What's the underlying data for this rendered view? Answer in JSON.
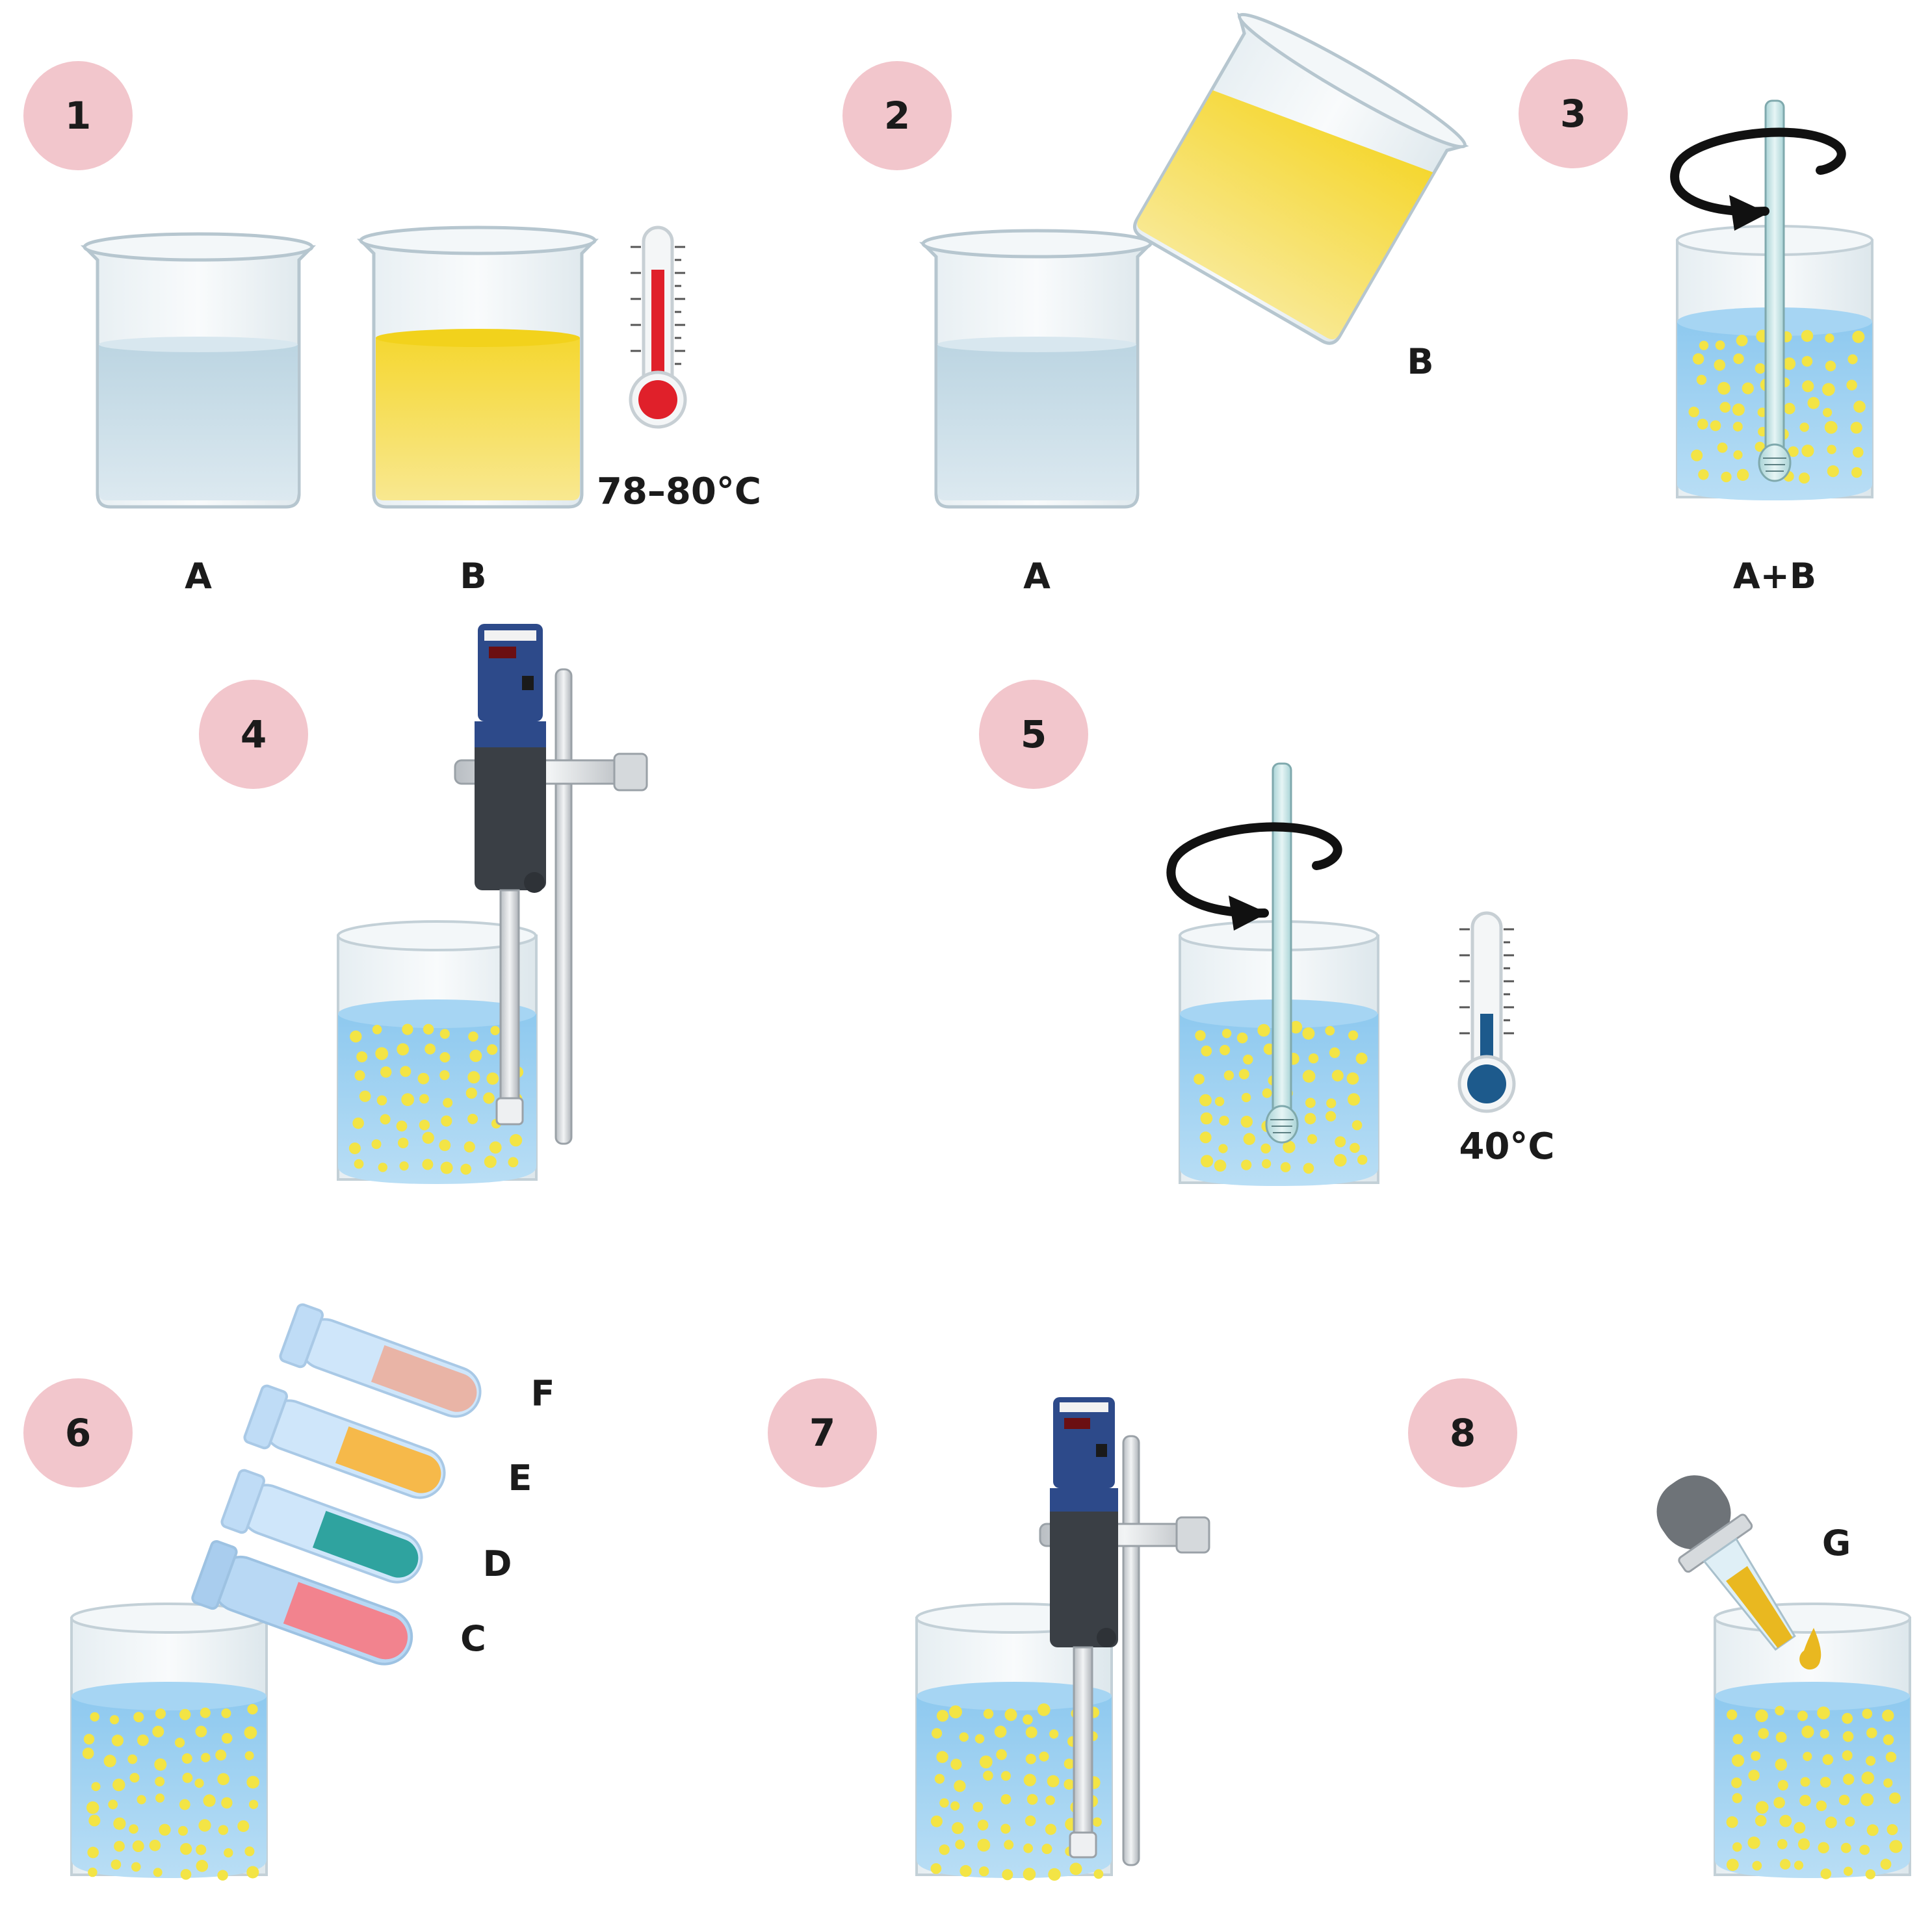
{
  "steps": [
    {
      "number": "1"
    },
    {
      "number": "2"
    },
    {
      "number": "3"
    },
    {
      "number": "4"
    },
    {
      "number": "5"
    },
    {
      "number": "6"
    },
    {
      "number": "7"
    },
    {
      "number": "8"
    }
  ],
  "labels": {
    "s1_a": "A",
    "s1_b": "B",
    "s1_temp": "78–80°C",
    "s2_a": "A",
    "s2_b": "B",
    "s3_ab": "A+B",
    "s5_temp": "40°C",
    "s6_f": "F",
    "s6_e": "E",
    "s6_d": "D",
    "s6_c": "C",
    "s8_g": "G"
  },
  "colors": {
    "badge": "#f2c6cc",
    "water": "#c9dde8",
    "oil": "#f7dc45",
    "emulsion": "#8cc8ef",
    "droplet": "#f3e445",
    "thermo_hot": "#e0202a",
    "thermo_cool": "#1d5a8c",
    "tube_f": "#e9b4a6",
    "tube_e": "#f6b94a",
    "tube_d": "#2fa39f",
    "tube_c": "#f2838e",
    "dropper_liquid": "#e9b820"
  },
  "icons": [
    "beaker-icon",
    "thermometer-icon",
    "stirring-rod-icon",
    "rotation-arrow-icon",
    "homogenizer-icon",
    "test-tube-icon",
    "dropper-icon"
  ]
}
